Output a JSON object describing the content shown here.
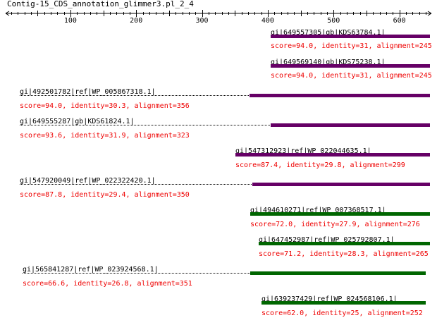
{
  "track": {
    "title": "Contig-15_CDS_annotation_glimmer3.pl_2_4"
  },
  "ruler": {
    "ticks": [
      "100",
      "200",
      "300",
      "400",
      "500",
      "600"
    ]
  },
  "colors": {
    "axis": "#000000",
    "stats_text": "#ee0000",
    "dashed_line": "#000000"
  },
  "hits": [
    {
      "name": "gi|649557305|gb|KDS63784.1|",
      "stats": "score=94.0, identity=31, alignment=245",
      "color": "#660066"
    },
    {
      "name": "gi|649569140|gb|KDS75238.1|",
      "stats": "score=94.0, identity=31, alignment=245",
      "color": "#660066"
    },
    {
      "name": "gi|492501782|ref|WP_005867318.1|",
      "stats": "score=94.0, identity=30.3, alignment=356",
      "color": "#660066"
    },
    {
      "name": "gi|649555287|gb|KDS61824.1|",
      "stats": "score=93.6, identity=31.9, alignment=323",
      "color": "#660066"
    },
    {
      "name": "gi|547312923|ref|WP_022044635.1|",
      "stats": "score=87.4, identity=29.8, alignment=299",
      "color": "#660066"
    },
    {
      "name": "gi|547920049|ref|WP_022322420.1|",
      "stats": "score=87.8, identity=29.4, alignment=350",
      "color": "#660066"
    },
    {
      "name": "gi|494610271|ref|WP_007368517.1|",
      "stats": "score=72.0, identity=27.9, alignment=276",
      "color": "#006600"
    },
    {
      "name": "gi|647452987|ref|WP_025792807.1|",
      "stats": "score=71.2, identity=28.3, alignment=265",
      "color": "#006600"
    },
    {
      "name": "gi|565841287|ref|WP_023924568.1|",
      "stats": "score=66.6, identity=26.8, alignment=351",
      "color": "#006600"
    },
    {
      "name": "gi|639237429|ref|WP_024568106.1|",
      "stats": "score=62.0, identity=25, alignment=252",
      "color": "#006600"
    }
  ]
}
